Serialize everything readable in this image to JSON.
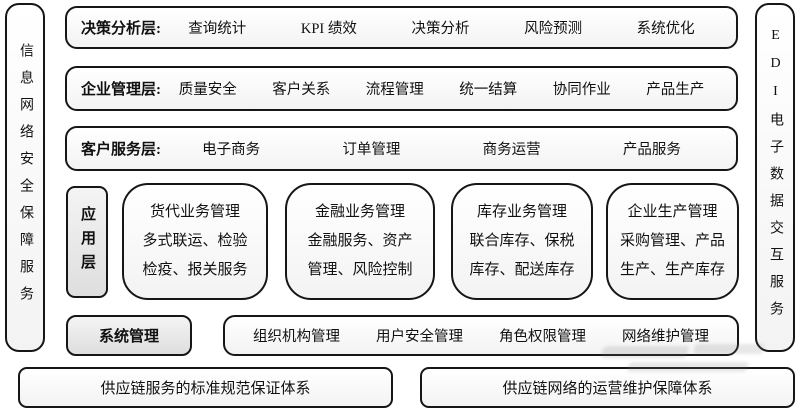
{
  "left_bar": {
    "label": "信息网络安全保障服务"
  },
  "right_bar": {
    "label": "EDI电子数据交互服务"
  },
  "layers": [
    {
      "label": "决策分析层:",
      "items": [
        "查询统计",
        "KPI 绩效",
        "决策分析",
        "风险预测",
        "系统优化"
      ]
    },
    {
      "label": "企业管理层:",
      "items": [
        "质量安全",
        "客户关系",
        "流程管理",
        "统一结算",
        "协同作业",
        "产品生产"
      ]
    },
    {
      "label": "客户服务层:",
      "items": [
        "电子商务",
        "订单管理",
        "商务运营",
        "产品服务"
      ]
    }
  ],
  "application_layer": {
    "label": "应用层",
    "modules": [
      {
        "title": "货代业务管理",
        "line1": "多式联运、检验",
        "line2": "检疫、报关服务"
      },
      {
        "title": "金融业务管理",
        "line1": "金融服务、资产",
        "line2": "管理、风险控制"
      },
      {
        "title": "库存业务管理",
        "line1": "联合库存、保税",
        "line2": "库存、配送库存"
      },
      {
        "title": "企业生产管理",
        "line1": "采购管理、产品",
        "line2": "生产、生产库存"
      }
    ]
  },
  "system_management": {
    "label": "系统管理",
    "items": [
      "组织机构管理",
      "用户安全管理",
      "角色权限管理",
      "网络维护管理"
    ]
  },
  "foundation": [
    {
      "label": "供应链服务的标准规范保证体系"
    },
    {
      "label": "供应链网络的运营维护保障体系"
    }
  ],
  "colors": {
    "border": "#161616",
    "box_fill_top": "#ffffff",
    "box_fill_bottom": "#f3f3f3",
    "gray_fill_top": "#f4f4f4",
    "gray_fill_bottom": "#dedede",
    "text": "#111111"
  }
}
